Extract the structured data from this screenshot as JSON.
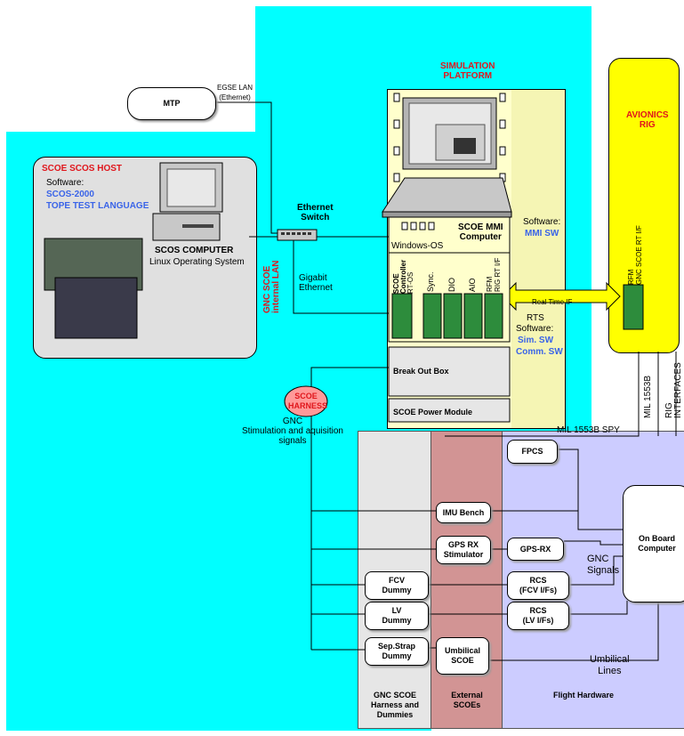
{
  "mtp": {
    "label": "MTP"
  },
  "egse_lan": {
    "line1": "EGSE LAN",
    "line2": "(Ethernet)"
  },
  "host": {
    "title": "SCOE SCOS HOST",
    "software_label": "Software:",
    "sw1": "SCOS-2000",
    "sw2": "TOPE TEST LANGUAGE",
    "computer_title": "SCOS COMPUTER",
    "computer_os": "Linux Operating System"
  },
  "switch": {
    "line1": "Ethernet",
    "line2": "Switch"
  },
  "internal_lan": {
    "line1": "GNC SCOE",
    "line2": "internal LAN"
  },
  "gigabit": {
    "line1": "Gigabit",
    "line2": "Ethernet"
  },
  "simulation": {
    "line1": "SIMULATION",
    "line2": "PLATFORM"
  },
  "mmi": {
    "title1": "SCOE MMI",
    "title2": "Computer",
    "os": "Windows-OS",
    "sw_label": "Software:",
    "sw": "MMI SW"
  },
  "cards": [
    {
      "line1": "SCOE",
      "line2": "Controller",
      "line3": "RT-OS"
    },
    {
      "line1": "Sync."
    },
    {
      "line1": "DIO"
    },
    {
      "line1": "AIO"
    },
    {
      "line1": "RFM",
      "line2": "RIG RT I/F"
    }
  ],
  "rts": {
    "label": "RTS",
    "sw_label": "Software:",
    "sw1": "Sim. SW",
    "sw2": "Comm. SW"
  },
  "realtime_if": "Real Time IF",
  "breakout": "Break Out Box",
  "power": "SCOE Power Module",
  "avionics": {
    "line1": "AVIONICS",
    "line2": "RIG",
    "card1": "RFM",
    "card2": "GNC SCOE RT I/F"
  },
  "harness": {
    "line1": "SCOE",
    "line2": "HARNESS"
  },
  "gnc_signals_lbl": {
    "line1": "GNC",
    "line2": "Stimulation and aquisition",
    "line3": "signals"
  },
  "mil_spy": "MIL 1553B SPY",
  "mil_1553b": "MIL 1553B",
  "rig_interfaces": {
    "line1": "RIG",
    "line2": "INTERFACES"
  },
  "blocks": {
    "fpcs": "FPCS",
    "imu": "IMU Bench",
    "gpsrx_stim1": "GPS RX",
    "gpsrx_stim2": "Stimulator",
    "gpsrx": "GPS-RX",
    "fcv1": "FCV",
    "fcv2": "Dummy",
    "rcs1_1": "RCS",
    "rcs1_2": "(FCV I/Fs)",
    "lv1": "LV",
    "lv2": "Dummy",
    "rcs2_1": "RCS",
    "rcs2_2": "(LV I/Fs)",
    "sep1": "Sep.Strap",
    "sep2": "Dummy",
    "umb1": "Umbilical",
    "umb2": "SCOE",
    "obc1": "On Board",
    "obc2": "Computer"
  },
  "gnc_signals_right": {
    "line1": "GNC",
    "line2": "Signals"
  },
  "umbilical_lines": {
    "line1": "Umbilical",
    "line2": "Lines"
  },
  "zones": {
    "harness1": "GNC SCOE",
    "harness2": "Harness and",
    "harness3": "Dummies",
    "external1": "External",
    "external2": "SCOEs",
    "flight": "Flight Hardware"
  },
  "colors": {
    "cyan": "#00ffff",
    "host_bg": "#e0e0e0",
    "cabinet": "#ffffcc",
    "avionics": "#ffff00",
    "gray_zone": "#e6e6e6",
    "rose_zone": "#d29494",
    "lavender_zone": "#ccccff",
    "harness_oval": "#ff9999"
  }
}
